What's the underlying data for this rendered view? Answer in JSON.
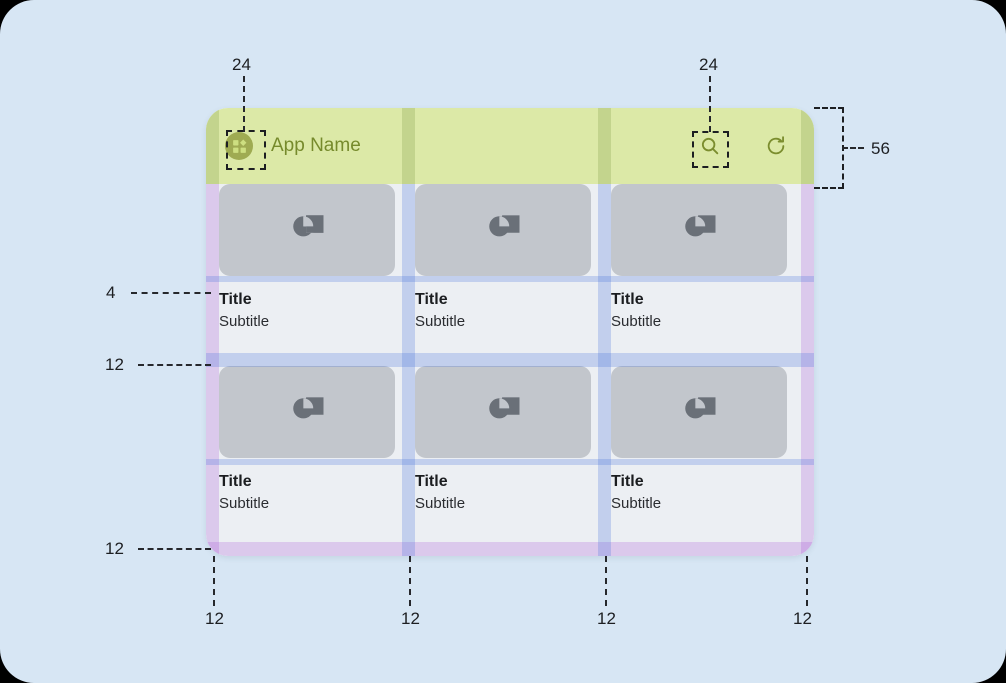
{
  "canvas": {
    "background": "#d7e6f4"
  },
  "device": {
    "background": "#ffffff"
  },
  "appbar": {
    "height_label": "56",
    "nav_icon": "apps-grid-icon",
    "title": "App Name",
    "actions": [
      {
        "icon": "search-icon",
        "label": "Search"
      },
      {
        "icon": "refresh-icon",
        "label": "Refresh"
      }
    ]
  },
  "content": {
    "background": "#eceff3",
    "rows": [
      {
        "cards": [
          {
            "media_icon": "image-placeholder-icon",
            "title": "Title",
            "subtitle": "Subtitle"
          },
          {
            "media_icon": "image-placeholder-icon",
            "title": "Title",
            "subtitle": "Subtitle"
          },
          {
            "media_icon": "image-placeholder-icon",
            "title": "Title",
            "subtitle": "Subtitle"
          }
        ]
      },
      {
        "cards": [
          {
            "media_icon": "image-placeholder-icon",
            "title": "Title",
            "subtitle": "Subtitle"
          },
          {
            "media_icon": "image-placeholder-icon",
            "title": "Title",
            "subtitle": "Subtitle"
          },
          {
            "media_icon": "image-placeholder-icon",
            "title": "Title",
            "subtitle": "Subtitle"
          }
        ]
      }
    ]
  },
  "annotations": {
    "top_left_icon_size": "24",
    "top_right_icon_size": "24",
    "appbar_height": "56",
    "title_gap": "4",
    "row_gap": "12",
    "bottom_margin": "12",
    "gutters": [
      "12",
      "12",
      "12",
      "12"
    ]
  },
  "overlay_colors": {
    "appbar_green": "rgba(178,206,64,0.46)",
    "margin_purple": "rgba(169,79,212,0.24)",
    "gutter_blue": "rgba(74,115,220,0.26)"
  }
}
